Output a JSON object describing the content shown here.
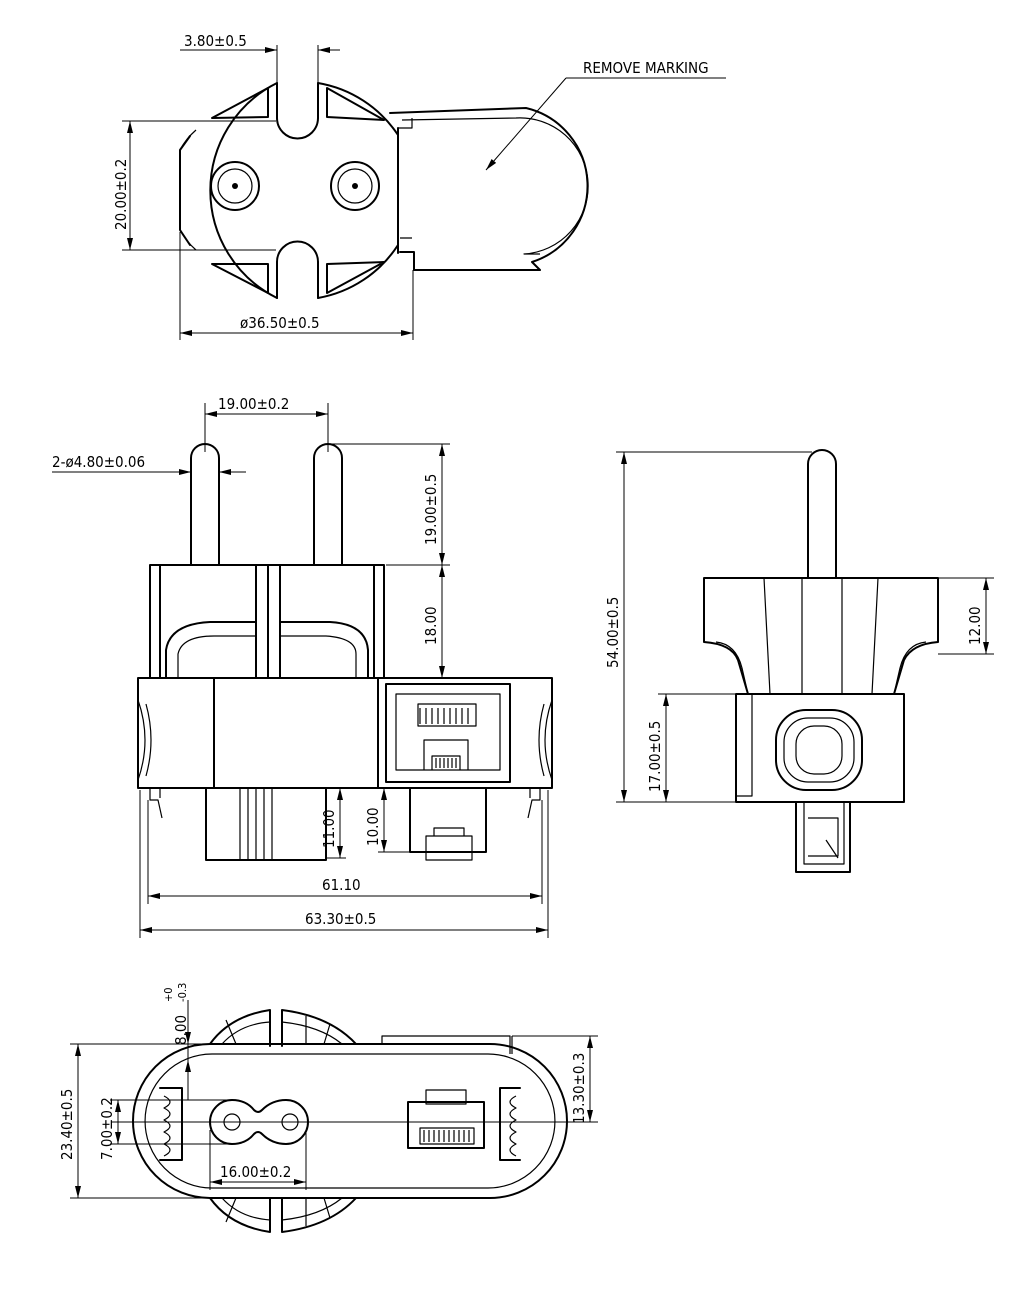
{
  "colors": {
    "line": "#000000",
    "background": "#ffffff"
  },
  "views": {
    "top": {
      "note": "REMOVE MARKING",
      "dims": {
        "slot_width": "3.80±0.5",
        "pin_spacing_v": "20.00±0.2",
        "diameter": "ø36.50±0.5"
      }
    },
    "front": {
      "dims": {
        "pin_pitch": "19.00±0.2",
        "pin_diameter": "2-ø4.80±0.06",
        "pin_length": "19.00±0.5",
        "body_height": "18.00",
        "socket_depth": "11.00",
        "rj45_depth": "10.00",
        "inner_width": "61.10",
        "overall_width": "63.30±0.5"
      }
    },
    "side": {
      "dims": {
        "overall_height": "54.00±0.5",
        "flange_height": "12.00",
        "lower_height": "17.00±0.5"
      }
    },
    "bottom": {
      "dims": {
        "top_offset": "8.00",
        "top_offset_tol_upper": "+0",
        "top_offset_tol_lower": "-0.3",
        "overall_depth": "23.40±0.5",
        "socket_height": "7.00±0.2",
        "socket_pitch": "16.00±0.2",
        "right_height": "13.30±0.3"
      }
    }
  }
}
